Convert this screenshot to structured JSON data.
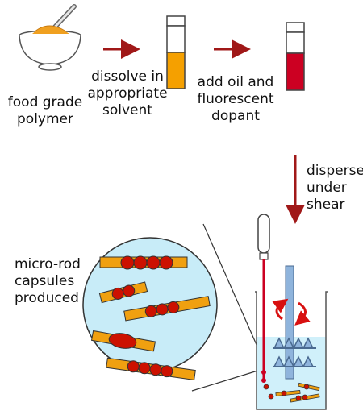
{
  "labels": {
    "food_grade_polymer": [
      "food grade",
      "polymer"
    ],
    "dissolve": [
      "dissolve in",
      "appropriate",
      "solvent"
    ],
    "add_oil": [
      "add oil and",
      "fluorescent",
      "dopant"
    ],
    "disperse": [
      "disperse",
      "under",
      "shear"
    ],
    "micro_rod": [
      "micro-rod",
      "capsules",
      "produced"
    ]
  },
  "colors": {
    "polymer_powder": "#f0a020",
    "solvent_fill": "#f5a000",
    "dopant_fill": "#cc0022",
    "arrow": "#a01818",
    "magnified_bg": "#c8ecf8",
    "rod": "#f0a010",
    "capsule": "#cc1100",
    "liquid": "#d0f0fa",
    "stirrer": "#8fb4dc",
    "rotation_arrow": "#d81010"
  },
  "icons": {
    "bowl": "bowl-with-powder-icon",
    "vial_solvent": "vial-icon",
    "vial_dopant": "vial-icon",
    "beaker": "beaker-with-stirrer-icon",
    "pipette": "pipette-icon"
  }
}
